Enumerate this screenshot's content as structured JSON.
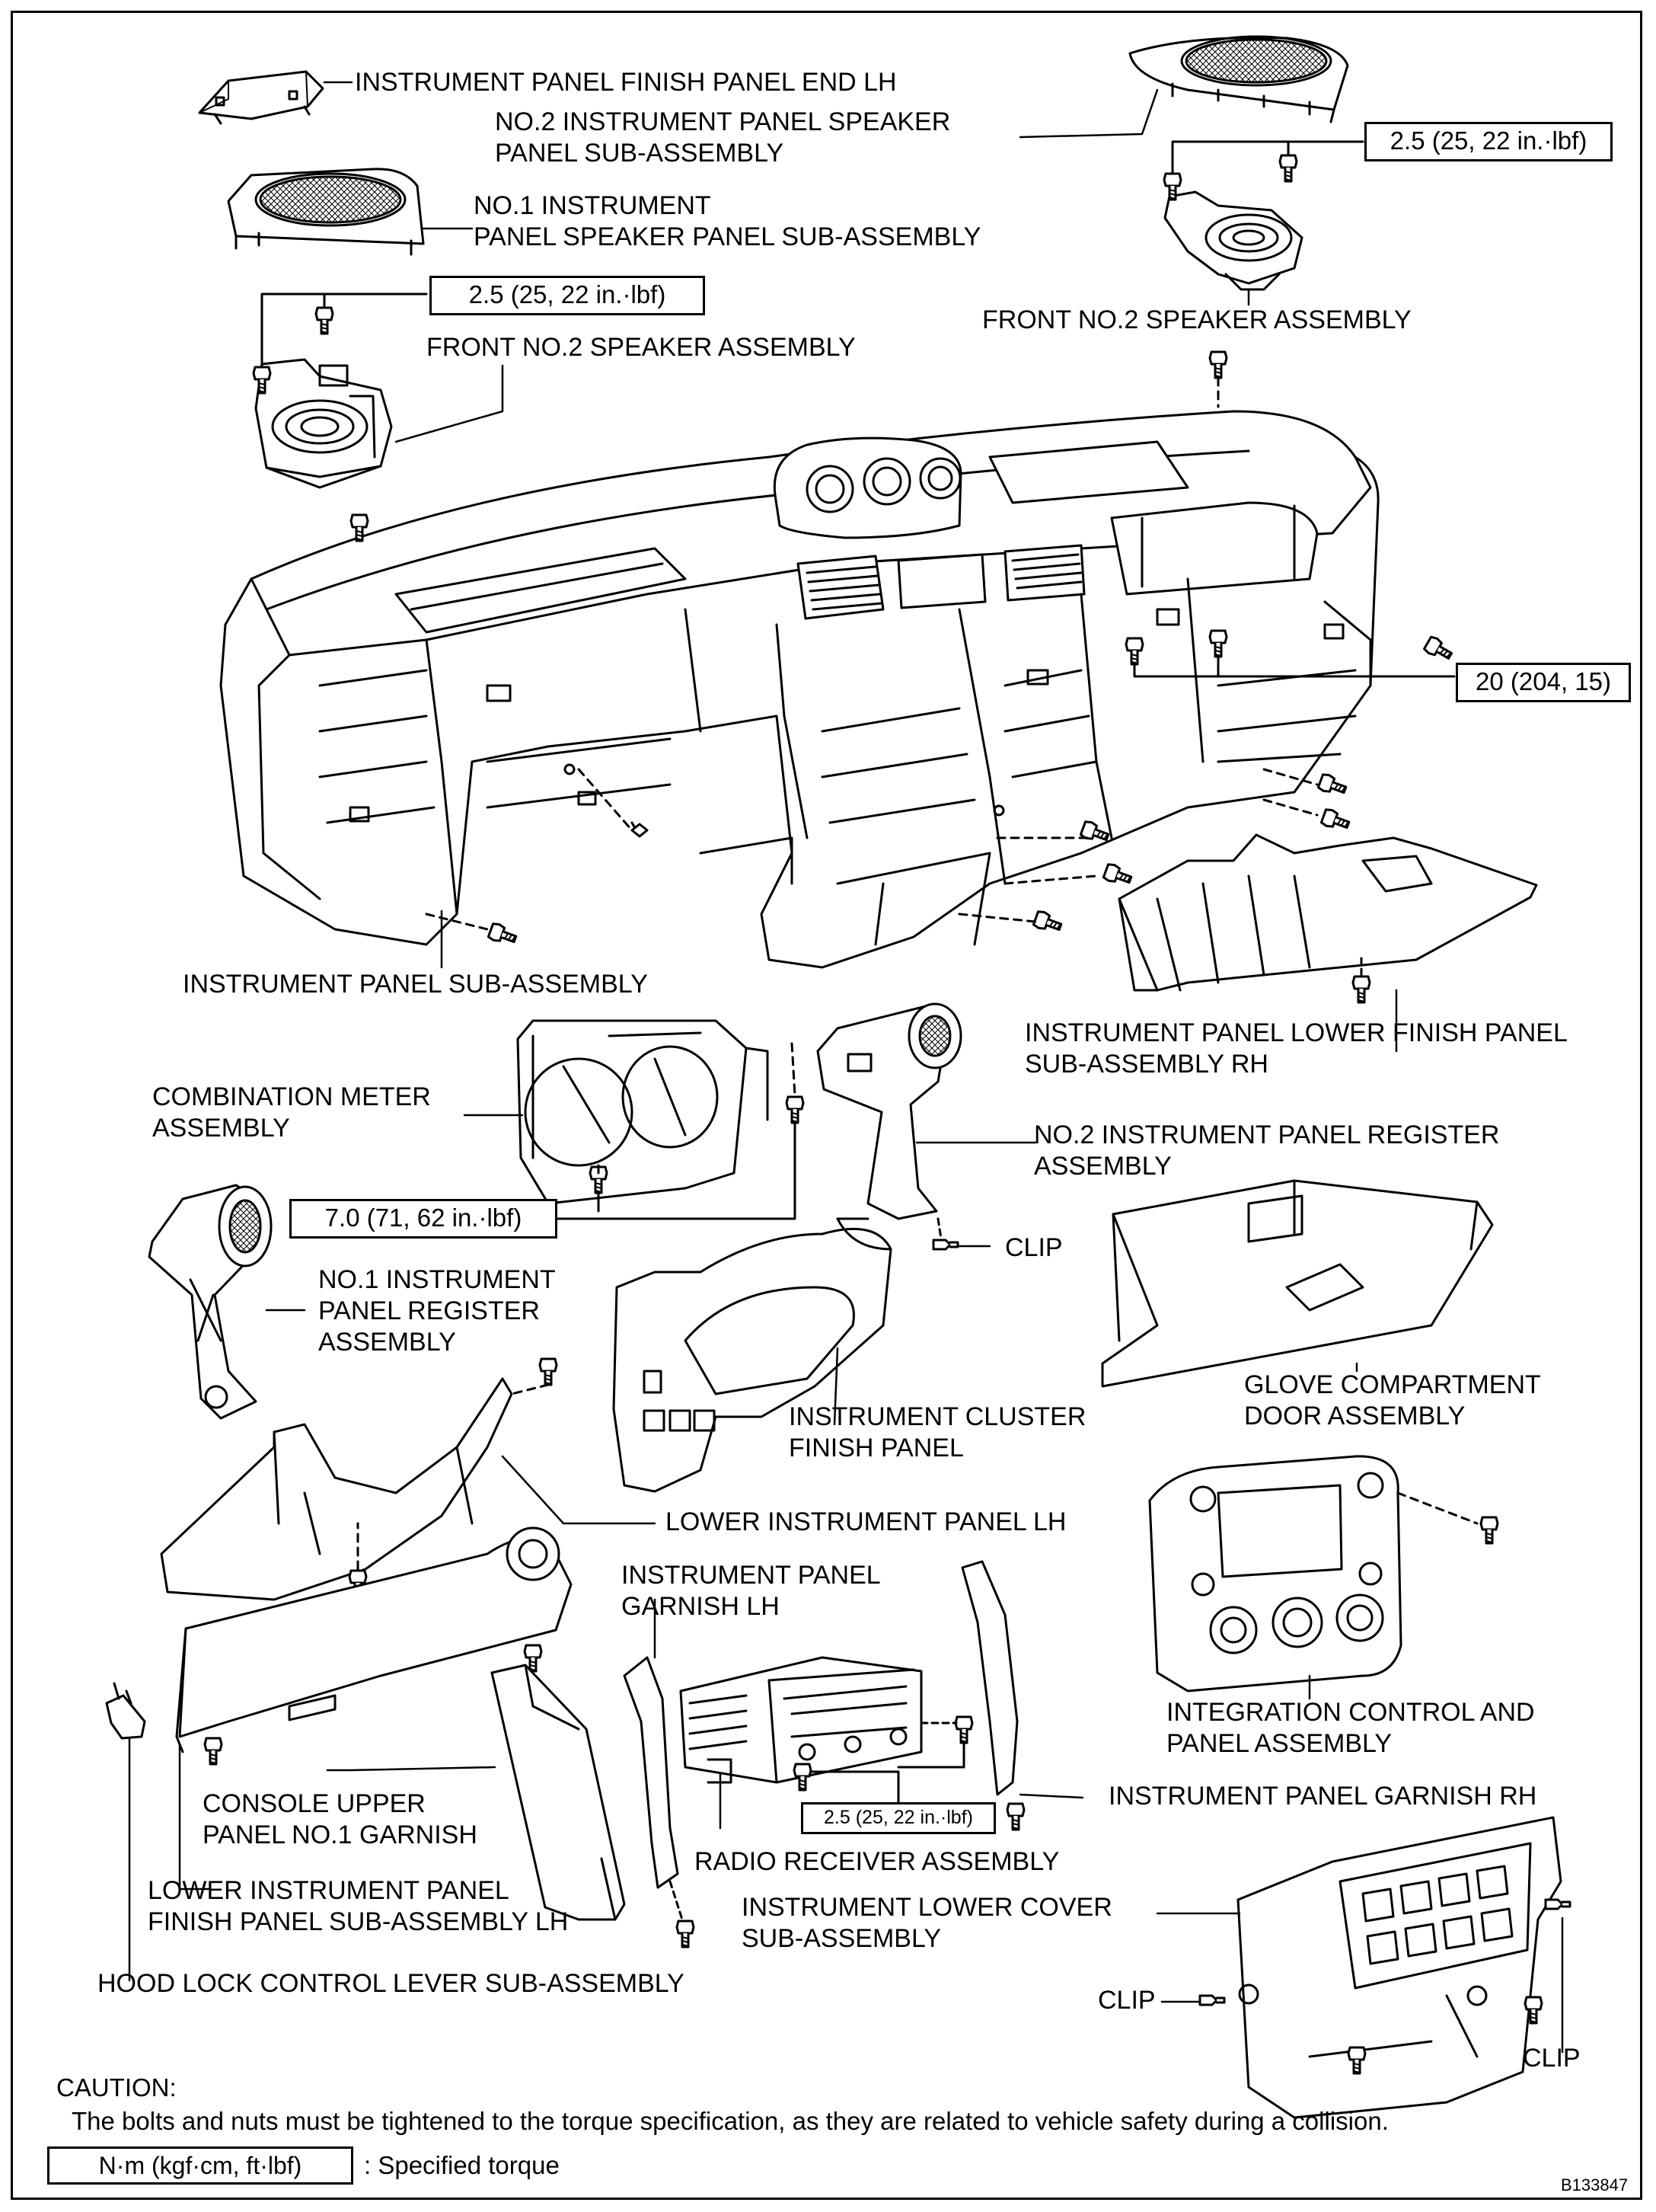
{
  "labels": {
    "finish_panel_end_lh": [
      "INSTRUMENT PANEL FINISH PANEL END LH"
    ],
    "no2_speaker_panel": [
      "NO.2 INSTRUMENT PANEL SPEAKER",
      "PANEL SUB-ASSEMBLY"
    ],
    "no1_speaker_panel": [
      "NO.1 INSTRUMENT",
      "PANEL SPEAKER PANEL SUB-ASSEMBLY"
    ],
    "front_speaker_left": [
      "FRONT NO.2 SPEAKER ASSEMBLY"
    ],
    "front_speaker_right": [
      "FRONT NO.2 SPEAKER ASSEMBLY"
    ],
    "instrument_panel_sub": [
      "INSTRUMENT PANEL SUB-ASSEMBLY"
    ],
    "lower_finish_rh": [
      "INSTRUMENT PANEL LOWER FINISH PANEL",
      "SUB-ASSEMBLY RH"
    ],
    "combination_meter": [
      "COMBINATION METER",
      "ASSEMBLY"
    ],
    "no2_register": [
      "NO.2 INSTRUMENT PANEL REGISTER",
      "ASSEMBLY"
    ],
    "clip_top": [
      "CLIP"
    ],
    "no1_register": [
      "NO.1 INSTRUMENT",
      "PANEL REGISTER",
      "ASSEMBLY"
    ],
    "glove_compartment": [
      "GLOVE COMPARTMENT",
      "DOOR ASSEMBLY"
    ],
    "cluster_finish": [
      "INSTRUMENT CLUSTER",
      "FINISH PANEL"
    ],
    "lower_panel_lh": [
      "LOWER INSTRUMENT PANEL LH"
    ],
    "garnish_lh": [
      "INSTRUMENT PANEL",
      "GARNISH LH"
    ],
    "integration_control": [
      "INTEGRATION CONTROL AND",
      "PANEL ASSEMBLY"
    ],
    "garnish_rh": [
      "INSTRUMENT PANEL GARNISH RH"
    ],
    "console_upper": [
      "CONSOLE UPPER",
      "PANEL NO.1 GARNISH"
    ],
    "radio_receiver": [
      "RADIO RECEIVER ASSEMBLY"
    ],
    "lower_finish_lh": [
      "LOWER INSTRUMENT PANEL",
      "FINISH PANEL SUB-ASSEMBLY LH"
    ],
    "lower_cover": [
      "INSTRUMENT LOWER COVER",
      "SUB-ASSEMBLY"
    ],
    "hood_lock": [
      "HOOD LOCK CONTROL LEVER SUB-ASSEMBLY"
    ],
    "clip_left": [
      "CLIP"
    ],
    "clip_right": [
      "CLIP"
    ]
  },
  "torques": {
    "speaker_right": "2.5 (25, 22 in.·lbf)",
    "speaker_left": "2.5 (25, 22 in.·lbf)",
    "panel_bolts": "20 (204, 15)",
    "meter": "7.0 (71, 62 in.·lbf)",
    "radio": "2.5 (25, 22 in.·lbf)"
  },
  "caution": {
    "heading": "CAUTION:",
    "text": "The bolts and nuts must be tightened to the torque specification, as they are related to vehicle safety during a collision."
  },
  "legend": {
    "unit_box": "N·m (kgf·cm, ft·lbf)",
    "description": ": Specified torque"
  },
  "figure_code": "B133847"
}
